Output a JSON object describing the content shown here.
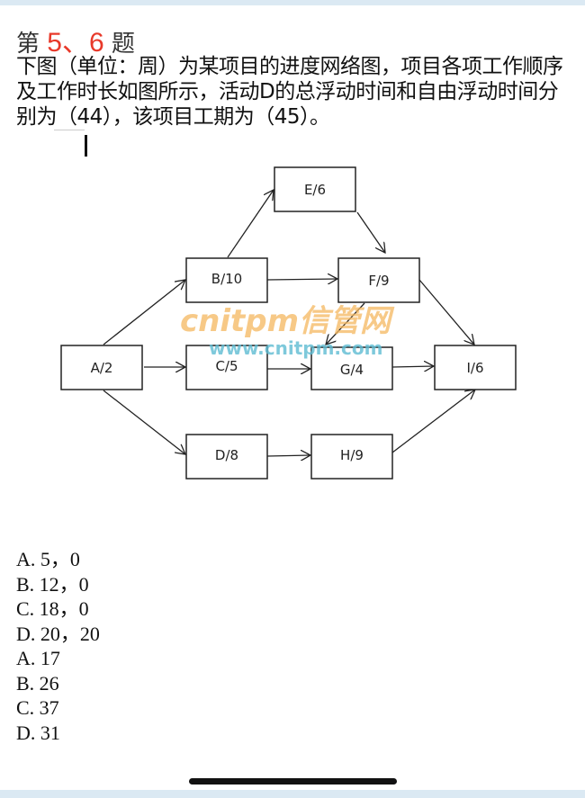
{
  "title": {
    "prefix": "第",
    "number": "5、6",
    "suffix": "题"
  },
  "question": "下图（单位：周）为某项目的进度网络图，项目各项工作顺序及工作时长如图所示，活动D的总浮动时间和自由浮动时间分别为（44），该项目工期为（45）。",
  "diagram": {
    "nodes": {
      "A": "A/2",
      "B": "B/10",
      "C": "C/5",
      "D": "D/8",
      "E": "E/6",
      "F": "F/9",
      "G": "G/4",
      "H": "H/9",
      "I": "I/6"
    },
    "watermark": {
      "line1": "cnitpm信管网",
      "line2": "www.cnitpm.com"
    }
  },
  "options": [
    "A.   5，0",
    "B.   12，0",
    "C.   18，0",
    "D.   20，20",
    "A.   17",
    "B.   26",
    "C.   37",
    "D.   31"
  ]
}
